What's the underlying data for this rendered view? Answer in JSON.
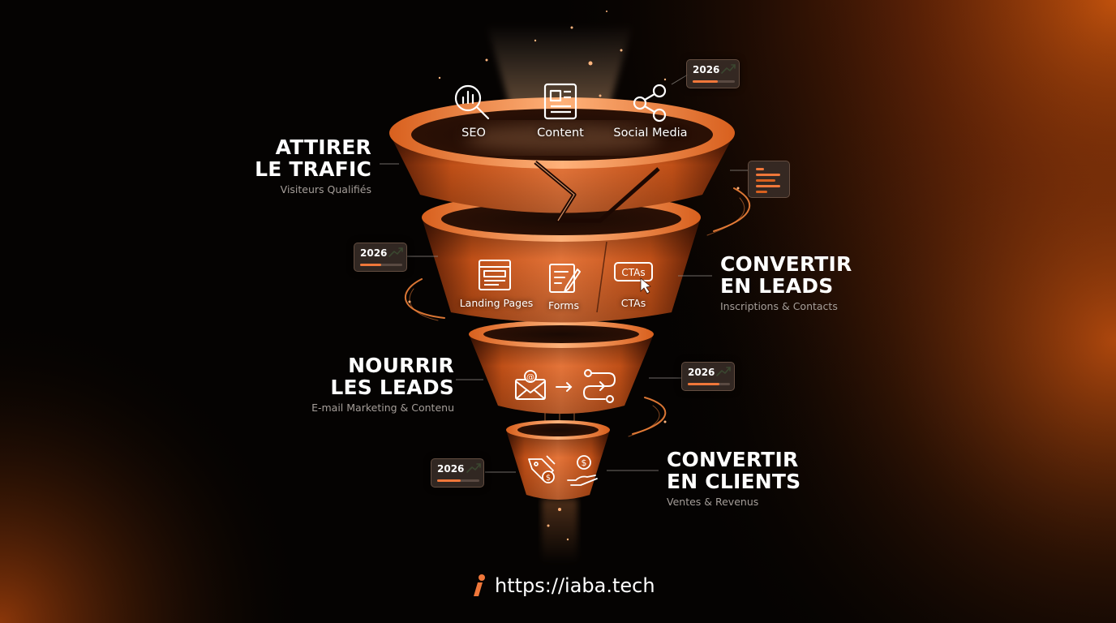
{
  "stages": [
    {
      "id": "attract",
      "title_line1": "ATTIRER",
      "title_line2": "LE TRAFIC",
      "subtitle": "Visiteurs Qualifiés"
    },
    {
      "id": "convert-leads",
      "title_line1": "CONVERTIR",
      "title_line2": "EN LEADS",
      "subtitle": "Inscriptions & Contacts"
    },
    {
      "id": "nurture",
      "title_line1": "NOURRIR",
      "title_line2": "LES LEADS",
      "subtitle": "E-mail Marketing & Contenu"
    },
    {
      "id": "convert-clients",
      "title_line1": "CONVERTIR",
      "title_line2": "EN CLIENTS",
      "subtitle": "Ventes & Revenus"
    }
  ],
  "icons": {
    "seo": "SEO",
    "content": "Content",
    "social_media": "Social Media",
    "landing_pages": "Landing Pages",
    "forms": "Forms",
    "ctas_text": "CTAs",
    "ctas": "CTAs"
  },
  "badges": [
    {
      "year": "2026",
      "progress": 0.6
    },
    {
      "year": "2026",
      "progress": 0.5
    },
    {
      "year": "2026",
      "progress": 0.75
    },
    {
      "year": "2026",
      "progress": 0.55
    }
  ],
  "footer": {
    "url": "https://iaba.tech"
  },
  "colors": {
    "accent": "#f0773a",
    "accent_dark": "#8a3210",
    "trend_green": "#3fcf5a",
    "background": "#050302"
  }
}
